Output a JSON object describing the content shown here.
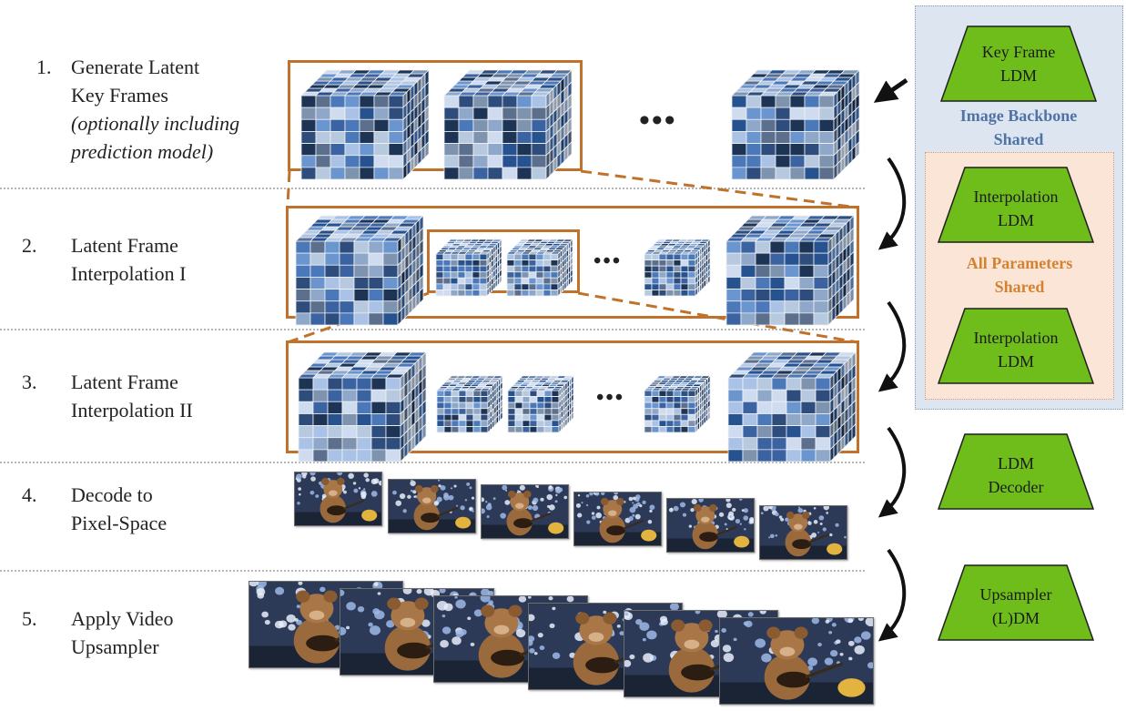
{
  "steps": [
    {
      "num": "1.",
      "lines": [
        "Generate Latent",
        "Key Frames"
      ],
      "italic_lines": [
        "(optionally including",
        "prediction model)"
      ]
    },
    {
      "num": "2.",
      "lines": [
        "Latent Frame",
        "Interpolation I"
      ]
    },
    {
      "num": "3.",
      "lines": [
        "Latent Frame",
        "Interpolation II"
      ]
    },
    {
      "num": "4.",
      "lines": [
        "Decode to",
        "Pixel-Space"
      ]
    },
    {
      "num": "5.",
      "lines": [
        "Apply Video",
        "Upsampler"
      ]
    }
  ],
  "ellipsis": "•••",
  "models": {
    "keyframe": [
      "Key Frame",
      "LDM"
    ],
    "interp1": [
      "Interpolation",
      "LDM"
    ],
    "interp2": [
      "Interpolation",
      "LDM"
    ],
    "decoder": [
      "LDM",
      "Decoder"
    ],
    "upsampler": [
      "Upsampler",
      "(L)DM"
    ]
  },
  "shared_labels": {
    "image_backbone": [
      "Image Backbone",
      "Shared"
    ],
    "all_params": [
      "All Parameters",
      "Shared"
    ]
  },
  "colors": {
    "model_fill": "#6fbd1a",
    "box_orange": "#c0712b",
    "blue_panel": "#dde5f1",
    "orange_panel": "#fae5d6",
    "blue_text": "#4f72a7",
    "orange_text": "#d5812f"
  }
}
